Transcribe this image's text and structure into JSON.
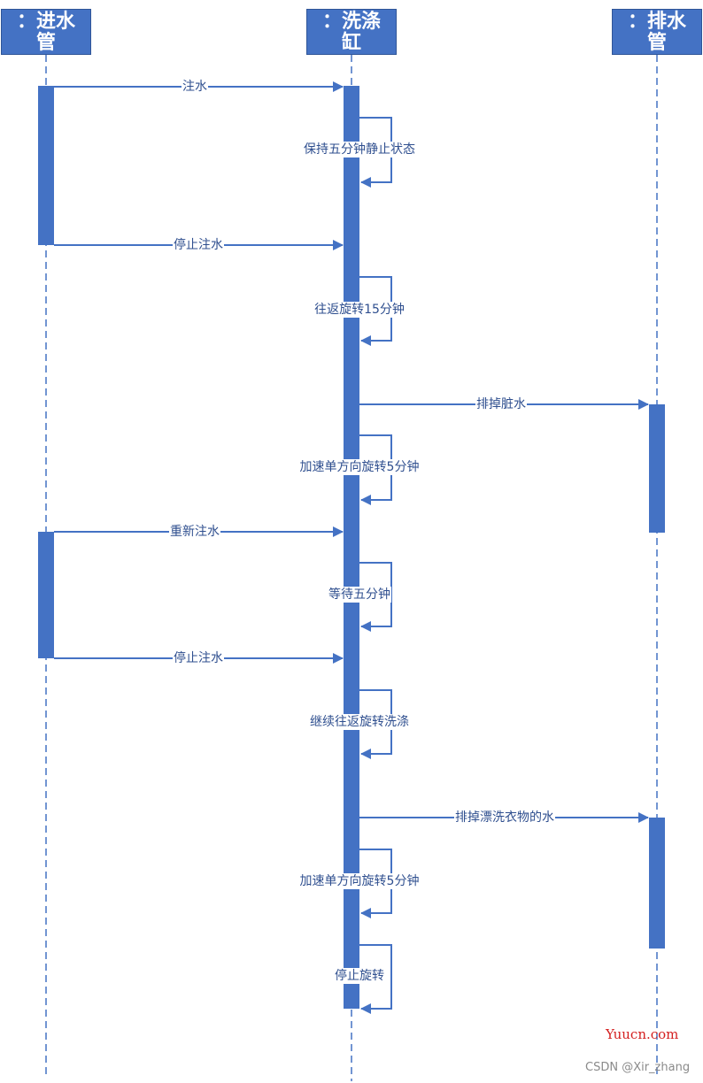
{
  "lifelines": [
    {
      "id": "inlet",
      "line1": "：进水",
      "line2": "管"
    },
    {
      "id": "tub",
      "line1": "：洗涤",
      "line2": "缸"
    },
    {
      "id": "drain",
      "line1": "：排水",
      "line2": "管"
    }
  ],
  "messages": [
    {
      "id": "m1",
      "label": "注水"
    },
    {
      "id": "m2",
      "label": "保持五分钟静止状态"
    },
    {
      "id": "m3",
      "label": "停止注水"
    },
    {
      "id": "m4",
      "label": "往返旋转15分钟"
    },
    {
      "id": "m5",
      "label": "排掉脏水"
    },
    {
      "id": "m6",
      "label": "加速单方向旋转5分钟"
    },
    {
      "id": "m7",
      "label": "重新注水"
    },
    {
      "id": "m8",
      "label": "等待五分钟"
    },
    {
      "id": "m9",
      "label": "停止注水"
    },
    {
      "id": "m10",
      "label": "继续往返旋转洗涤"
    },
    {
      "id": "m11",
      "label": "排掉漂洗衣物的水"
    },
    {
      "id": "m12",
      "label": "加速单方向旋转5分钟"
    },
    {
      "id": "m13",
      "label": "停止旋转"
    }
  ],
  "watermark": {
    "site": "Yuucn.com",
    "credit": "CSDN @Xir_zhang"
  },
  "colors": {
    "box": "#4472c4",
    "line": "#4472c4",
    "label": "#2f4f8f"
  }
}
